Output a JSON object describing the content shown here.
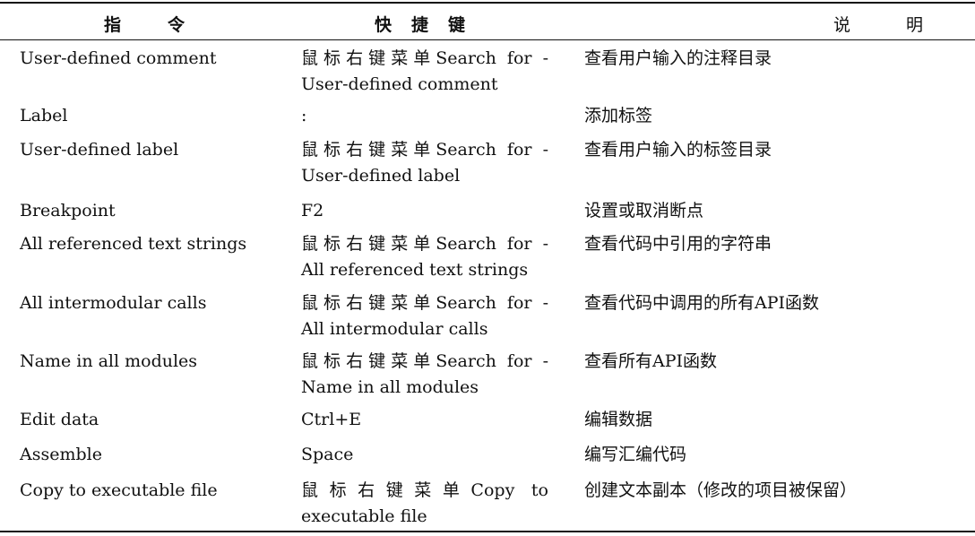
{
  "header": {
    "col1": "指令",
    "col2": "快捷键",
    "col3": "说明"
  },
  "rows": [
    {
      "command": "User-defined comment",
      "shortcut_line1": "鼠标右键菜单Search for -",
      "shortcut_line2": "User-defined comment",
      "description": "查看用户输入的注释目录"
    },
    {
      "command": "Label",
      "shortcut_line1": ":",
      "shortcut_line2": "",
      "description": "添加标签"
    },
    {
      "command": "User-defined label",
      "shortcut_line1": "鼠标右键菜单Search for -",
      "shortcut_line2": "User-defined label",
      "description": "查看用户输入的标签目录"
    },
    {
      "command": "Breakpoint",
      "shortcut_line1": "F2",
      "shortcut_line2": "",
      "description": "设置或取消断点"
    },
    {
      "command": "All referenced text strings",
      "shortcut_line1": "鼠标右键菜单Search for -",
      "shortcut_line2": "All referenced text strings",
      "description": "查看代码中引用的字符串"
    },
    {
      "command": "All intermodular calls",
      "shortcut_line1": "鼠标右键菜单Search for -",
      "shortcut_line2": "All intermodular calls",
      "description": "查看代码中调用的所有API函数"
    },
    {
      "command": "Name in all modules",
      "shortcut_line1": "鼠标右键菜单Search for -",
      "shortcut_line2": "Name in all modules",
      "description": "查看所有API函数"
    },
    {
      "command": "Edit data",
      "shortcut_line1": "Ctrl+E",
      "shortcut_line2": "",
      "description": "编辑数据"
    },
    {
      "command": "Assemble",
      "shortcut_line1": "Space",
      "shortcut_line2": "",
      "description": "编写汇编代码"
    },
    {
      "command": "Copy to executable file",
      "shortcut_line1": "鼠标右键菜单Copy to",
      "shortcut_line2": "executable file",
      "description": "创建文本副本（修改的项目被保留）"
    }
  ]
}
